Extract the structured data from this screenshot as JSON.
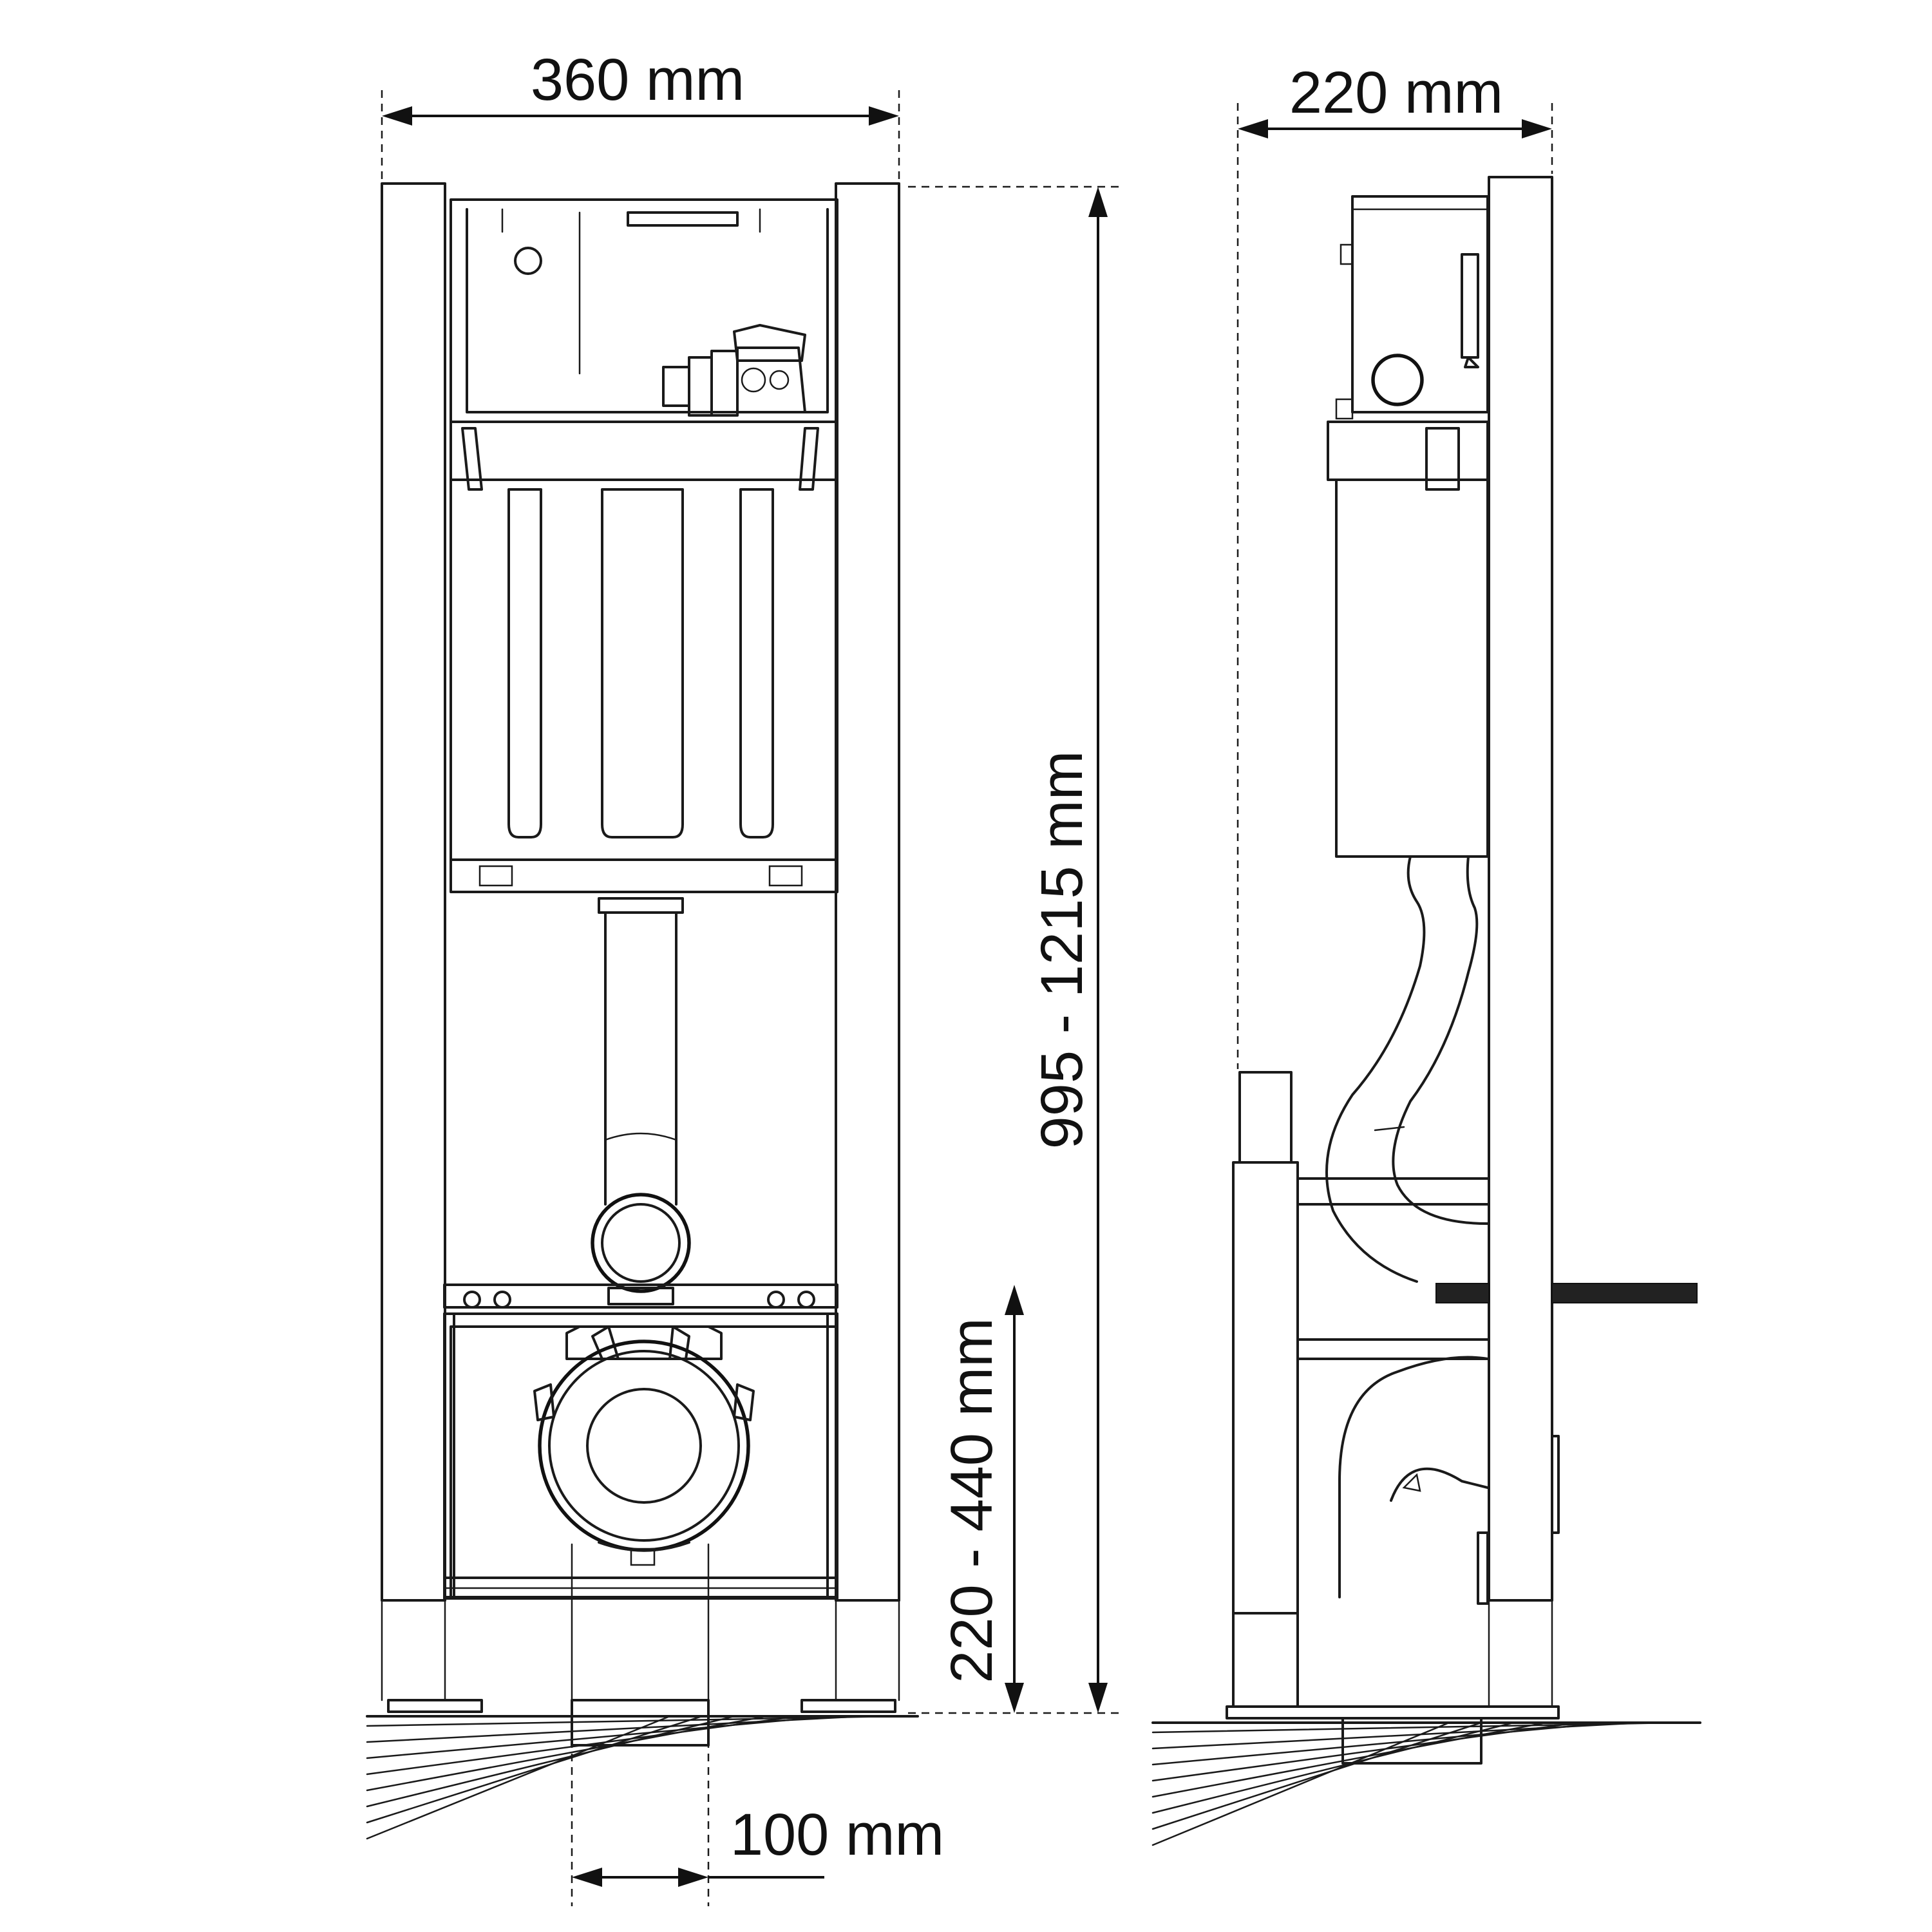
{
  "dimensions": {
    "front_width": "360 mm",
    "side_depth": "220 mm",
    "frame_height": "995 - 1215 mm",
    "outlet_height": "220 - 440 mm",
    "outlet_width": "100 mm"
  }
}
